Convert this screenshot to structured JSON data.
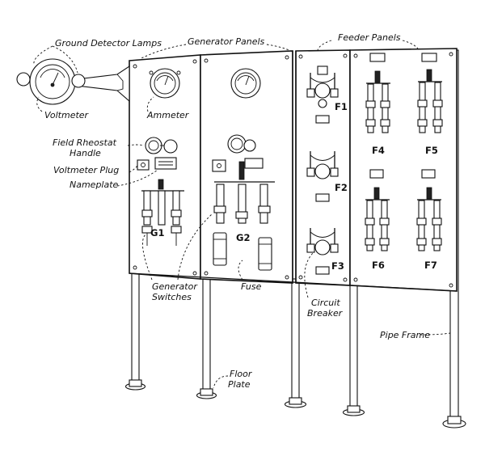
{
  "labels": {
    "ground_detector_lamps": "Ground Detector Lamps",
    "generator_panels": "Generator Panels",
    "feeder_panels": "Feeder Panels",
    "voltmeter": "Voltmeter",
    "ammeter": "Ammeter",
    "field_rheostat_1": "Field Rheostat",
    "field_rheostat_2": "Handle",
    "voltmeter_plug": "Voltmeter Plug",
    "nameplate": "Nameplate",
    "generator_switches_1": "Generator",
    "generator_switches_2": "Switches",
    "fuse": "Fuse",
    "circuit_breaker_1": "Circuit",
    "circuit_breaker_2": "Breaker",
    "pipe_frame": "Pipe Frame",
    "floor_plate_1": "Floor",
    "floor_plate_2": "Plate"
  },
  "panel_labels": {
    "g1": "G1",
    "g2": "G2",
    "f1": "F1",
    "f2": "F2",
    "f3": "F3",
    "f4": "F4",
    "f5": "F5",
    "f6": "F6",
    "f7": "F7"
  }
}
